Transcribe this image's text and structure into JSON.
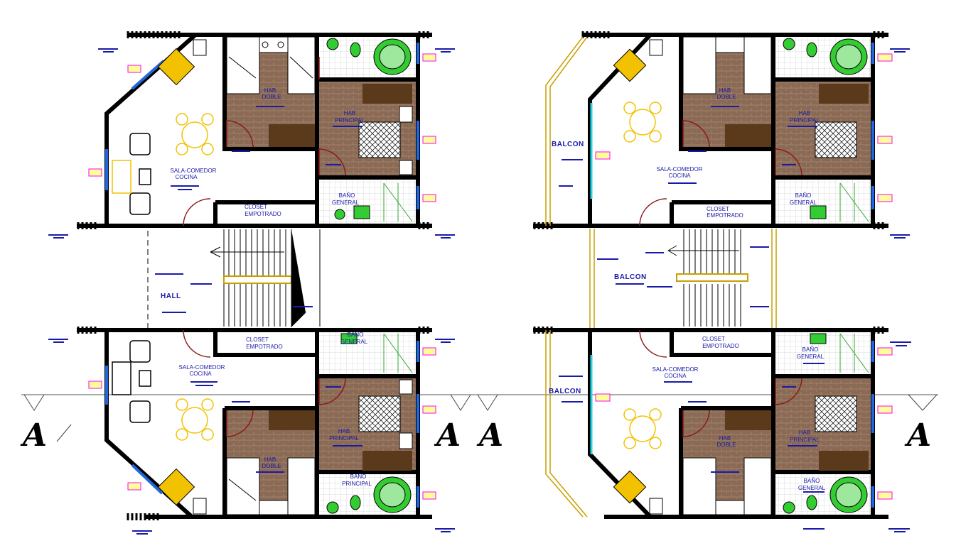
{
  "labels": {
    "sala_comedor": "SALA-COMEDOR",
    "cocina": "COCINA",
    "closet": "CLOSET",
    "empotrado": "EMPOTRADO",
    "hall": "HALL",
    "balcon": "BALCON",
    "bano": "BAÑO",
    "general": "GENERAL",
    "principal": "PRINCIPAL",
    "hab": "HAB",
    "doble": "DOBLE",
    "principal_room": "PRINCIPAL",
    "section_mark": "A"
  },
  "colors": {
    "wall": "#000000",
    "floor_wood": "#8a6a55",
    "furniture": "#f2c200",
    "bathtub": "#33cc33",
    "window": "#2266dd",
    "glass": "#22d3e0",
    "text": "#1a1aa8",
    "tag": "#ff00ff",
    "door": "#8b1a1a"
  }
}
